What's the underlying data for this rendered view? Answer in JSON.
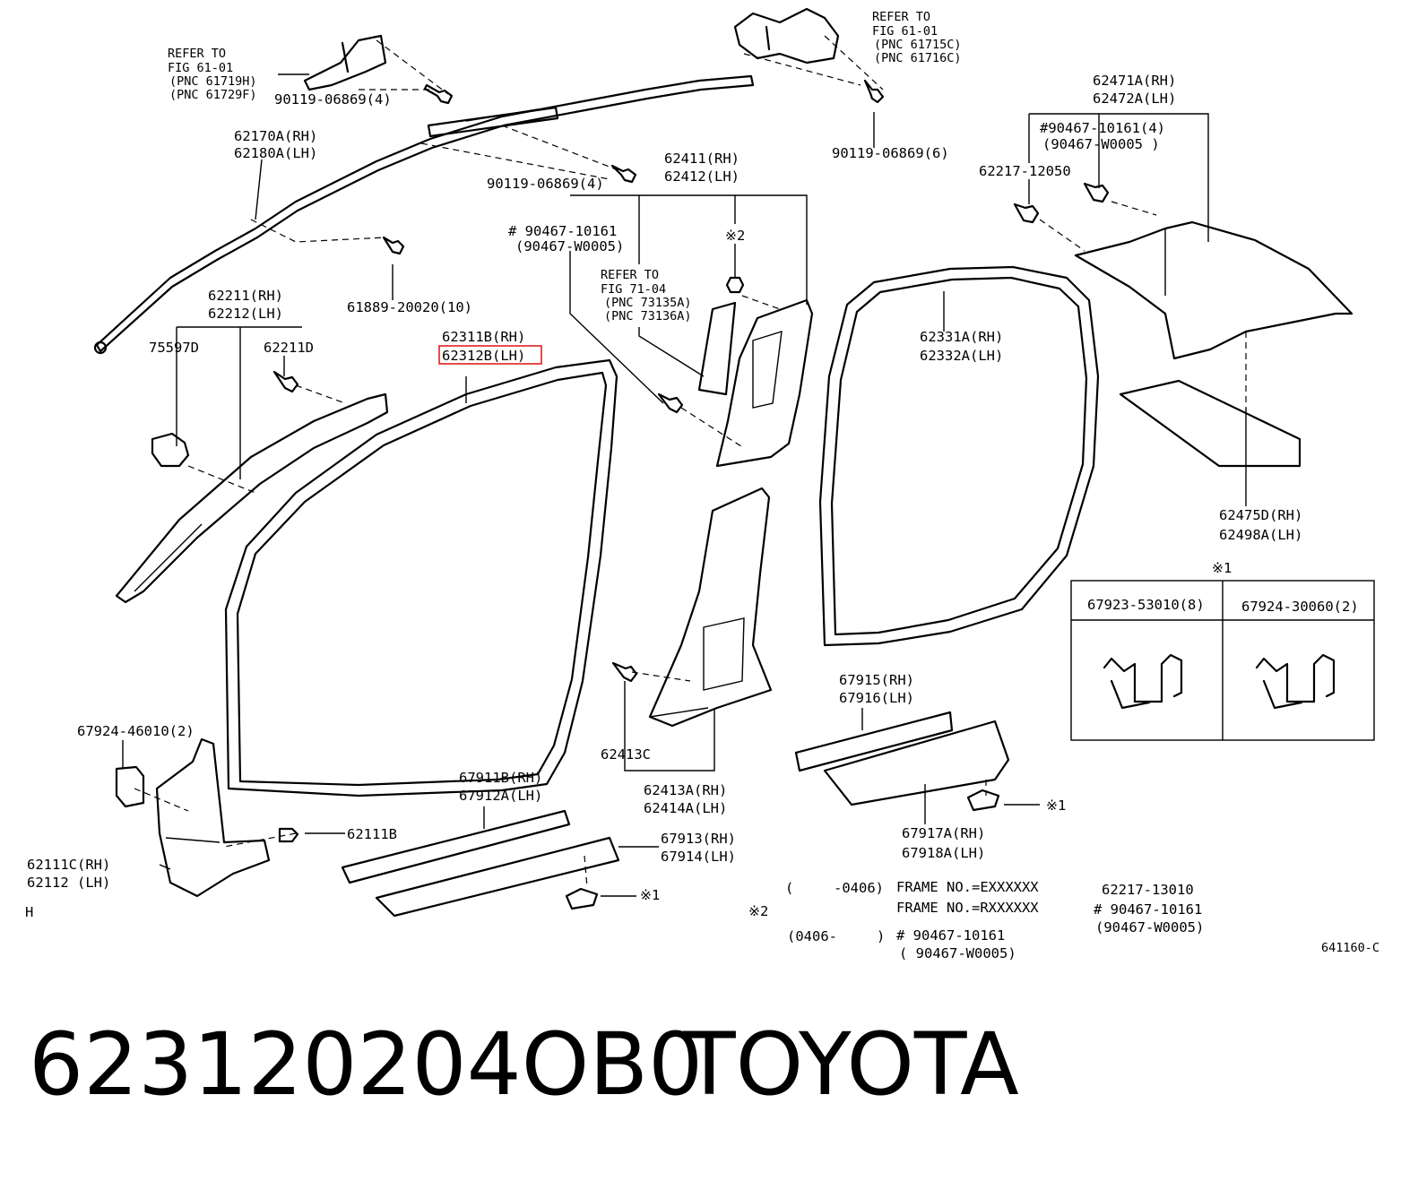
{
  "labels": {
    "refer_fig61_left": [
      "REFER TO",
      "FIG 61-01",
      "(PNC 61719H)",
      "(PNC 61729F)"
    ],
    "refer_fig61_right": [
      "REFER TO",
      "FIG 61-01",
      "(PNC 61715C)",
      "(PNC 61716C)"
    ],
    "bolt_90119_4a": "90119-06869(4)",
    "bolt_90119_4b": "90119-06869(4)",
    "bolt_90119_6": "90119-06869(6)",
    "airbag": [
      "62170A(RH)",
      "62180A(LH)"
    ],
    "clip_61889": "61889-20020(10)",
    "pillar_62211": [
      "62211(RH)",
      "62212(LH)"
    ],
    "p75597": "75597D",
    "p62211d": "62211D",
    "weather_front": [
      "62311B(RH)",
      "62312B(LH)"
    ],
    "clip_90467_a": [
      "# 90467-10161",
      "(90467-W0005)"
    ],
    "center_upper": [
      "62411(RH)",
      "62412(LH)"
    ],
    "note2_mark": "※2",
    "refer_fig71": [
      "REFER TO",
      "FIG 71-04",
      "(PNC 73135A)",
      "(PNC 73136A)"
    ],
    "weather_rear": [
      "62331A(RH)",
      "62332A(LH)"
    ],
    "quarter": [
      "62471A(RH)",
      "62472A(LH)"
    ],
    "clip_90467_b": [
      "#90467-10161(4)",
      "(90467-W0005 )"
    ],
    "clip_62217": "62217-12050",
    "shelf": [
      "62475D(RH)",
      "62498A(LH)"
    ],
    "clip_67924_2": "67924-46010(2)",
    "cowl_clip": "62111B",
    "cowl_side": [
      "62111C(RH)",
      "62112  (LH)"
    ],
    "center_clip": "62413C",
    "center_lower": [
      "62413A(RH)",
      "62414A(LH)"
    ],
    "front_scuff": [
      "67911B(RH)",
      "67912A(LH)"
    ],
    "front_plate": [
      "67913(RH)",
      "67914(LH)"
    ],
    "rear_scuff": [
      "67915(RH)",
      "67916(LH)"
    ],
    "rear_plate": [
      "67917A(RH)",
      "67918A(LH)"
    ],
    "note1_mark": "※1",
    "note1_box_header": "※1",
    "clip_67923": "67923-53010(8)",
    "clip_67924": "67924-30060(2)",
    "letter_h": "H",
    "frame_prefix_1": "(",
    "frame_range_1": "-0406)",
    "frame_exx": "FRAME NO.=EXXXXXX",
    "frame_rxx": "FRAME NO.=RXXXXXX",
    "clip_62217_13010": "62217-13010",
    "clip_90467_c": [
      "# 90467-10161",
      "(90467-W0005)"
    ],
    "frame_range_2": "(0406-",
    "frame_suffix_2": ")",
    "clip_90467_d": [
      "# 90467-10161",
      "( 90467-W0005)"
    ],
    "fig_code": "641160-C"
  },
  "footer": {
    "part_number": "623120204OB0",
    "brand": "TOYOTA"
  },
  "colors": {
    "line": "#000000",
    "highlight": "#e02020",
    "background": "#ffffff"
  }
}
